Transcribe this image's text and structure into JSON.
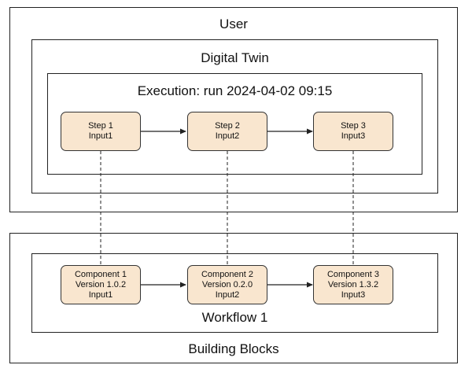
{
  "user": {
    "title": "User"
  },
  "digital_twin": {
    "title": "Digital Twin"
  },
  "execution": {
    "title": "Execution: run 2024-04-02 09:15",
    "steps": [
      {
        "name": "Step 1",
        "input": "Input1"
      },
      {
        "name": "Step 2",
        "input": "Input2"
      },
      {
        "name": "Step 3",
        "input": "Input3"
      }
    ]
  },
  "workflow": {
    "title": "Workflow 1",
    "components": [
      {
        "name": "Component 1",
        "version": "Version 1.0.2",
        "input": "Input1"
      },
      {
        "name": "Component 2",
        "version": "Version 0.2.0",
        "input": "Input2"
      },
      {
        "name": "Component 3",
        "version": "Version 1.3.2",
        "input": "Input3"
      }
    ]
  },
  "building_blocks": {
    "title": "Building Blocks"
  },
  "colors": {
    "node_fill": "#f9e6cf",
    "stroke": "#222222"
  }
}
